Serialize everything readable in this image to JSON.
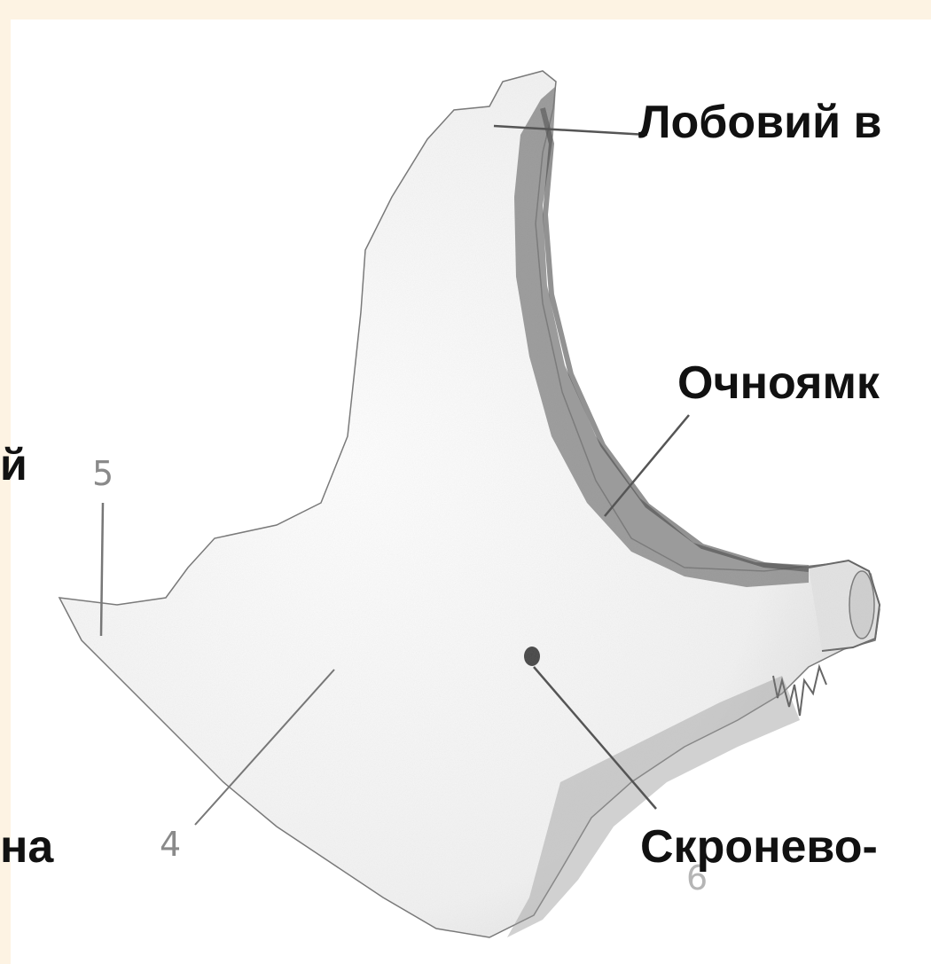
{
  "labels": {
    "frontal": "Лобовий в",
    "orbital": "Очноямк",
    "temporal": "Скронево-",
    "left_upper_fragment": "й",
    "left_lower_fragment": "на"
  },
  "numbers": {
    "five": "5",
    "four": "4",
    "six": "6"
  },
  "colors": {
    "frame": "#fdf3e3",
    "bone_shadow": "#6e6e6e",
    "leader_line": "#666666"
  }
}
